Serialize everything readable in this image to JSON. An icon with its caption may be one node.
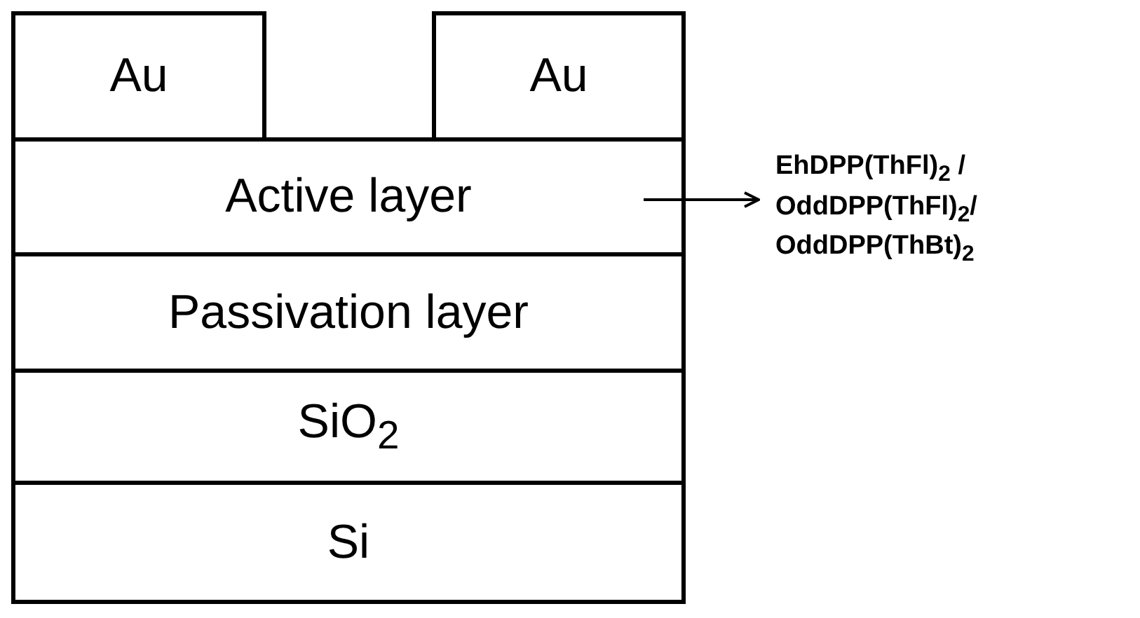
{
  "diagram": {
    "nodes": [
      {
        "text": [
          "Au"
        ]
      },
      {
        "text": [
          "Au"
        ]
      },
      {
        "text": [
          "Active layer"
        ]
      },
      {
        "text": [
          "Passivation layer"
        ]
      },
      {
        "text": [
          "SiO$_{2}$"
        ]
      },
      {
        "text": [
          "Si"
        ]
      },
      {
        "text": [
          "EhDPP(ThFl)$_{2}$ / OddDPP(ThFl)$_{2}$/ OddDPP(ThBt)$_{2}$"
        ]
      }
    ],
    "edges": [
      {
        "from": 2,
        "to": 6,
        "arrow": "to"
      }
    ]
  }
}
